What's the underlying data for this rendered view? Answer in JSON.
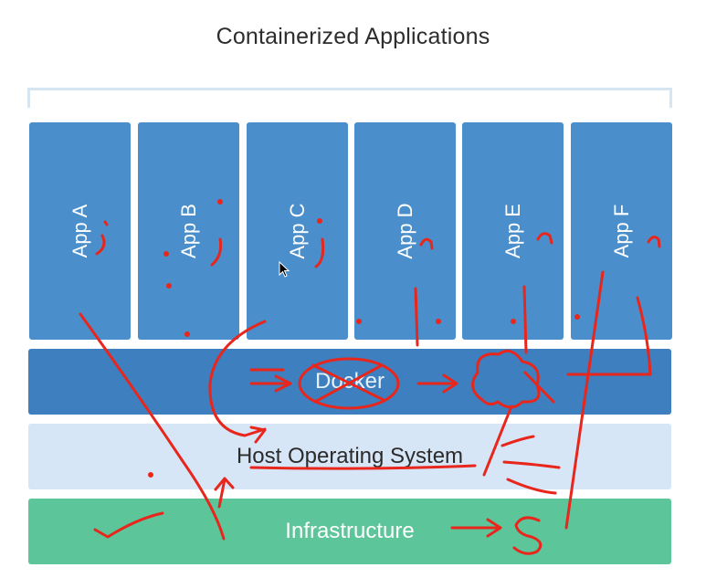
{
  "title": "Containerized Applications",
  "apps": [
    "App A",
    "App B",
    "App C",
    "App D",
    "App E",
    "App F"
  ],
  "layers": {
    "docker": "Docker",
    "host_os": "Host Operating System",
    "infrastructure": "Infrastructure"
  },
  "colors": {
    "app_block": "#4a8fcb",
    "docker_block": "#3d7fbf",
    "host_os_block": "#d6e6f6",
    "infrastructure_block": "#5cc59a",
    "annotation_ink": "#e8261c"
  }
}
